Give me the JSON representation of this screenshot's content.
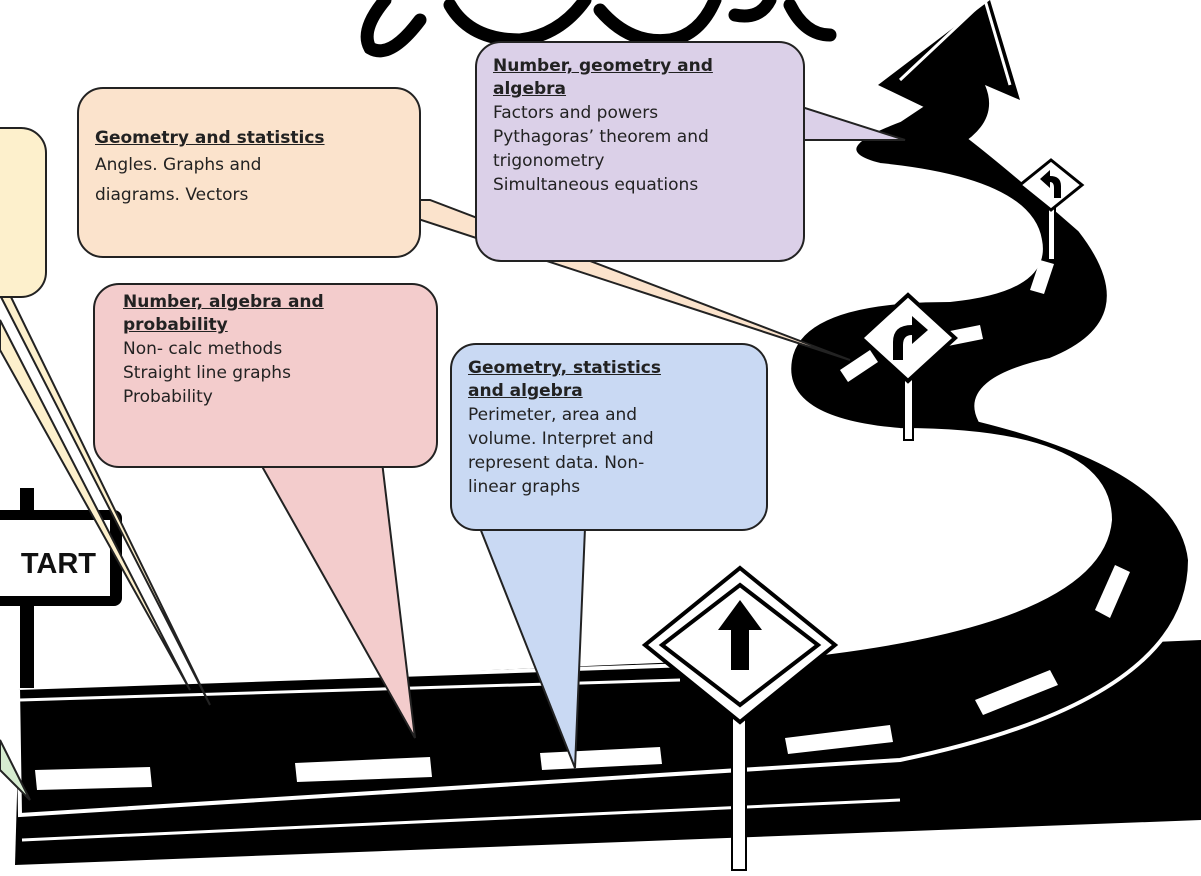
{
  "bubbles": {
    "geometry_statistics": {
      "heading": "Geometry and statistics",
      "lines": [
        "Angles.  Graphs and",
        "diagrams.  Vectors"
      ]
    },
    "number_geometry_algebra": {
      "heading": [
        "Number, geometry and",
        "algebra"
      ],
      "lines": [
        "Factors and powers",
        "Pythagoras’ theorem and",
        "trigonometry",
        "Simultaneous equations"
      ]
    },
    "number_algebra_probability": {
      "heading": [
        "Number, algebra and",
        "probability"
      ],
      "lines": [
        "Non- calc methods",
        "Straight line graphs",
        "Probability"
      ]
    },
    "geometry_statistics_algebra": {
      "heading": [
        "Geometry, statistics",
        "and algebra"
      ],
      "lines": [
        "Perimeter, area and",
        "volume.  Interpret and",
        "represent data.  Non-",
        "linear graphs"
      ]
    }
  },
  "start_sign": {
    "label": "TART"
  },
  "colors": {
    "road": "#000000",
    "peach": "#fbe3cc",
    "lavender": "#dbd0e8",
    "pink": "#f3cccc",
    "blue": "#c9d9f3",
    "yellow": "#fdf0cc",
    "green": "#d6ecd0"
  }
}
